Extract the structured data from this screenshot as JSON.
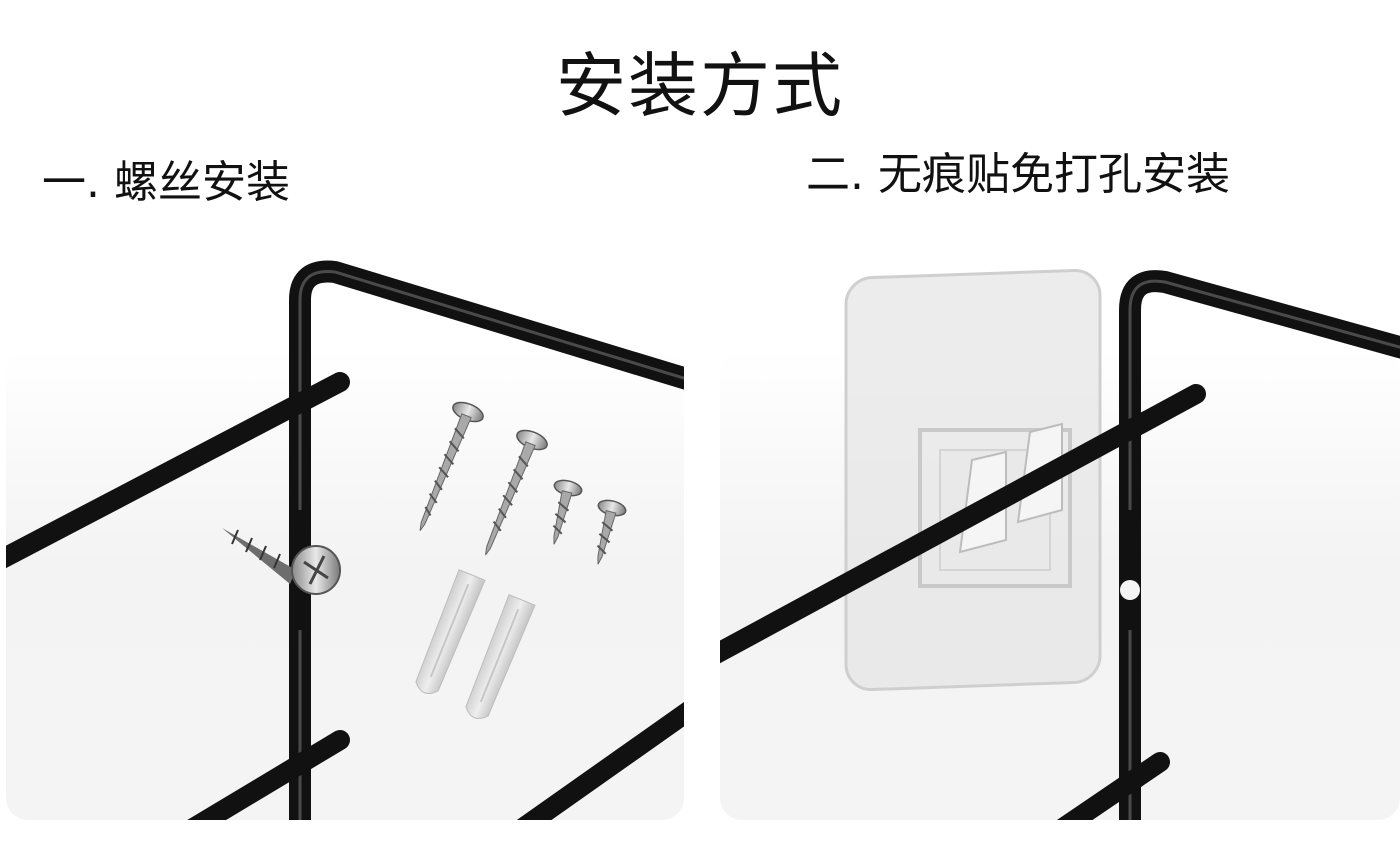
{
  "title": "安装方式",
  "methods": [
    {
      "label": "一. 螺丝安装"
    },
    {
      "label": "二. 无痕贴免打孔安装"
    }
  ],
  "colors": {
    "frame": "#111111",
    "screw": "#b9b9b9",
    "anchor": "#d6d6d6",
    "pad": "#dcdcdc"
  },
  "icons": [
    "screw-icon",
    "wall-anchor-icon",
    "adhesive-hook-icon"
  ]
}
